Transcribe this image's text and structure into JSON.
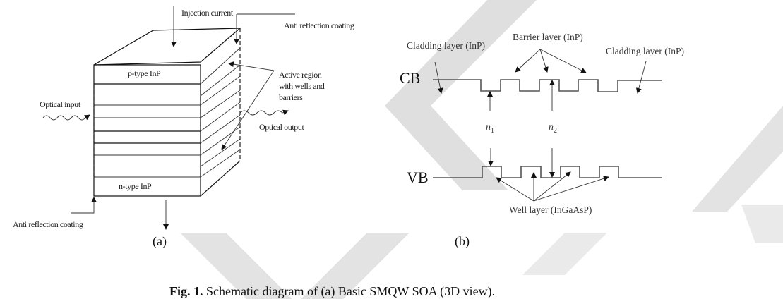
{
  "figure": {
    "caption_bold": "Fig. 1.",
    "caption_text": " Schematic diagram of (a) Basic SMQW SOA (3D view).",
    "watermark_color": "#d9d9d9"
  },
  "panel_a": {
    "label": "(a)",
    "injection_current": "Injection current",
    "anti_reflection_top": "Anti reflection coating",
    "anti_reflection_bottom": "Anti reflection coating",
    "p_type": "p-type InP",
    "n_type": "n-type InP",
    "optical_input": "Optical input",
    "optical_output": "Optical output",
    "active_region_lines": [
      "Active region",
      "with wells and",
      "barriers"
    ]
  },
  "panel_b": {
    "label": "(b)",
    "cb": "CB",
    "vb": "VB",
    "cladding_left": "Cladding layer (InP)",
    "cladding_right": "Cladding layer (InP)",
    "barrier": "Barrier layer (InP)",
    "well": "Well layer (InGaAsP)",
    "n1_base": "n",
    "n1_sub": "1",
    "n2_base": "n",
    "n2_sub": "2"
  }
}
